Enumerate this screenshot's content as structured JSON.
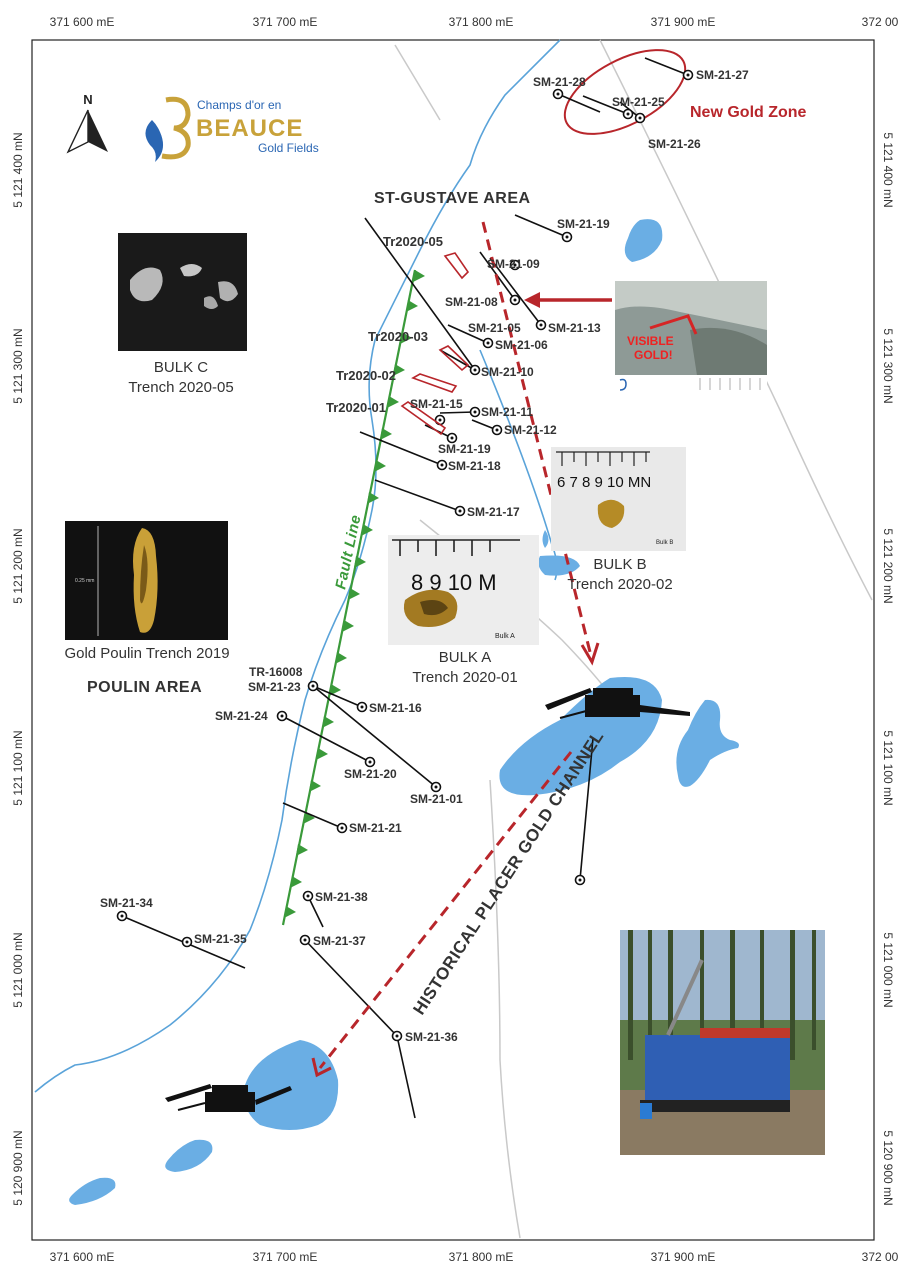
{
  "top_axis": [
    "371 600 mE",
    "371 700 mE",
    "371 800 mE",
    "371 900 mE",
    "372 00"
  ],
  "bottom_axis": [
    "371 600 mE",
    "371 700 mE",
    "371 800 mE",
    "371 900 mE",
    "372 00"
  ],
  "left_axis": [
    "5 121 400 mN",
    "5 121 300 mN",
    "5 121 200 mN",
    "5 121 100 mN",
    "5 121 000 mN",
    "5 120 900 mN"
  ],
  "right_axis": [
    "5 121 400 mN",
    "5 121 300 mN",
    "5 121 200 mN",
    "5 121 100 mN",
    "5 121 000 mN",
    "5 120 900 mN"
  ],
  "north_label": "N",
  "logo": {
    "line1": "Champs d'or en",
    "line2": "BEAUCE",
    "line3": "Gold Fields"
  },
  "areas": {
    "new_gold_zone": "New Gold Zone",
    "st_gustave": "ST-GUSTAVE AREA",
    "poulin": "POULIN AREA",
    "fault_line": "Fault Line",
    "placer_channel": "HISTORICAL PLACER GOLD CHANNEL"
  },
  "photos": {
    "bulk_c": {
      "line1": "BULK C",
      "line2": "Trench 2020-05",
      "scale": ""
    },
    "gold_poulin": {
      "caption": "Gold Poulin Trench 2019",
      "scale": "0.25 mm"
    },
    "bulk_a": {
      "line1": "BULK A",
      "line2": "Trench 2020-01",
      "ruler": "8  9  10 M",
      "tag": "Bulk A"
    },
    "bulk_b": {
      "line1": "BULK B",
      "line2": "Trench 2020-02",
      "ruler": "6  7  8  9  10 MN",
      "tag": "Bulk B"
    },
    "visible_gold": {
      "line1": "VISIBLE",
      "line2": "GOLD!"
    }
  },
  "trenches": [
    "Tr2020-05",
    "Tr2020-03",
    "Tr2020-02",
    "Tr2020-01",
    "TR-16008"
  ],
  "holes": [
    "SM-21-27",
    "SM-21-28",
    "SM-21-25",
    "SM-21-26",
    "SM-21-19",
    "SM-21-09",
    "SM-21-08",
    "SM-21-13",
    "SM-21-05",
    "SM-21-06",
    "SM-21-10",
    "SM-21-15",
    "SM-21-11",
    "SM-21-12",
    "SM-21-19",
    "SM-21-18",
    "SM-21-17",
    "SM-21-23",
    "SM-21-16",
    "SM-21-24",
    "SM-21-20",
    "SM-21-01",
    "SM-21-21",
    "SM-21-38",
    "SM-21-34",
    "SM-21-35",
    "SM-21-37",
    "SM-21-36"
  ],
  "colors": {
    "water": "#6aaee4",
    "river": "#5aa3d9",
    "fault": "#3a9a3a",
    "red": "#b8262b",
    "text": "#333333"
  }
}
